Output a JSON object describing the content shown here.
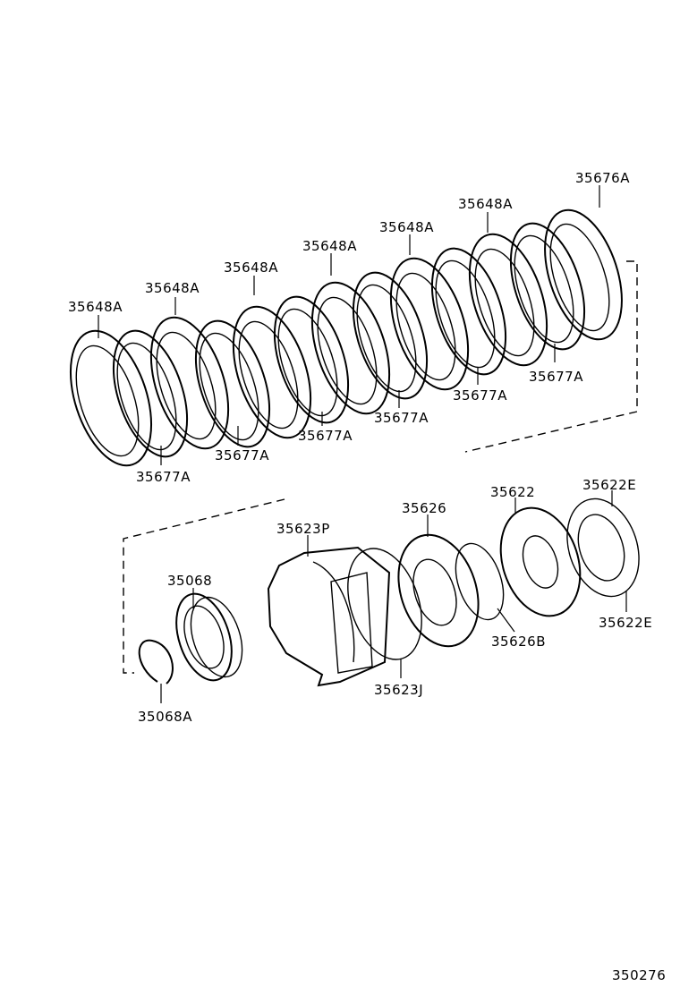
{
  "diagram": {
    "callouts": {
      "c35648A_1": "35648A",
      "c35648A_2": "35648A",
      "c35648A_3": "35648A",
      "c35648A_4": "35648A",
      "c35648A_5": "35648A",
      "c35648A_6": "35648A",
      "c35676A": "35676A",
      "c35677A_1": "35677A",
      "c35677A_2": "35677A",
      "c35677A_3": "35677A",
      "c35677A_4": "35677A",
      "c35677A_5": "35677A",
      "c35677A_6": "35677A",
      "c35068": "35068",
      "c35068A": "35068A",
      "c35623P": "35623P",
      "c35623J": "35623J",
      "c35626": "35626",
      "c35626B": "35626B",
      "c35622": "35622",
      "c35622E_top": "35622E",
      "c35622E_bottom": "35622E"
    },
    "figure_number": "350276"
  }
}
